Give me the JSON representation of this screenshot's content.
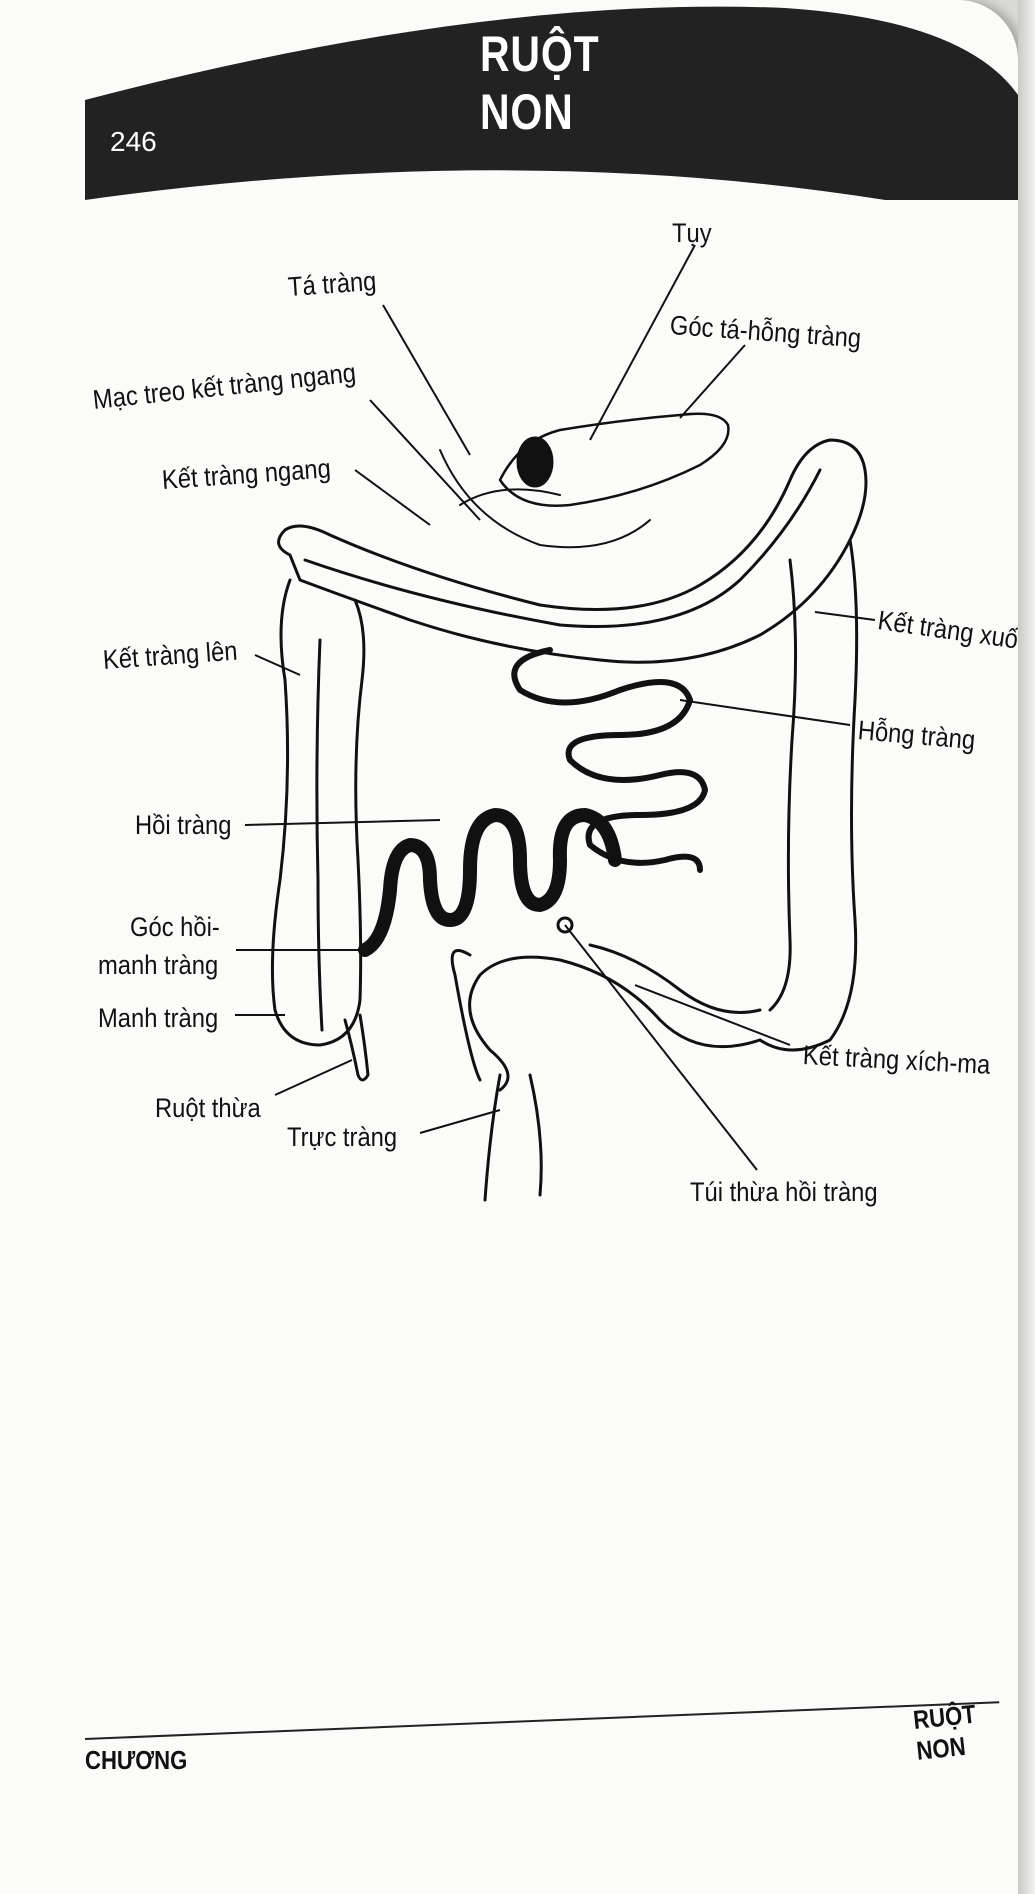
{
  "header": {
    "title": "RUỘT NON",
    "page_number": "246"
  },
  "figure": {
    "labels": {
      "tuy": "Tụy",
      "ta_trang": "Tá tràng",
      "goc_ta_hong_trang": "Góc tá-hỗng tràng",
      "mac_treo": "Mạc treo kết tràng ngang",
      "ket_trang_ngang": "Kết tràng ngang",
      "ket_trang_xuong": "Kết tràng xuống",
      "ket_trang_len": "Kết tràng lên",
      "hong_trang": "Hỗng tràng",
      "hoi_trang": "Hồi tràng",
      "goc_hoi_1": "Góc hồi-",
      "goc_hoi_2": "manh tràng",
      "manh_trang": "Manh tràng",
      "ket_trang_xich_ma": "Kết tràng xích-ma",
      "ruot_thua": "Ruột thừa",
      "truc_trang": "Trực tràng",
      "tui_thua": "Túi thừa hồi tràng"
    }
  },
  "footer": {
    "left": "CHƯƠNG",
    "right": "RUỘT NON"
  },
  "colors": {
    "header_band": "#222222",
    "ink": "#111111",
    "paper": "#fbfbfa"
  }
}
